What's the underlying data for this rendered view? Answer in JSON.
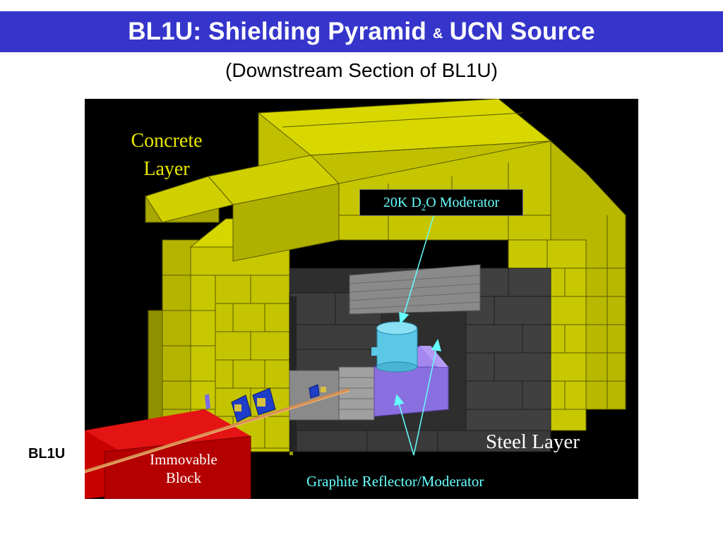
{
  "header": {
    "title_part1": "BL1U: Shielding Pyramid",
    "title_amp": "&",
    "title_part2": "UCN Source",
    "subtitle": "(Downstream Section of BL1U)"
  },
  "labels": {
    "concrete_line1": "Concrete",
    "concrete_line2": "Layer",
    "moderator_prefix": "20K D",
    "moderator_sub": "2",
    "moderator_suffix": "O Moderator",
    "steel_layer": "Steel Layer",
    "graphite": "Graphite Reflector/Moderator",
    "block_line1": "Immovable",
    "block_line2": "Block",
    "beamline": "BL1U"
  },
  "colors": {
    "title_bar": "#3535cc",
    "concrete": "#c8c800",
    "steel": "#3c3c3c",
    "graphite": "#8a6fe0",
    "moderator_vessel": "#5ac8e6",
    "immovable_block": "#d40000",
    "beam_pipe": "#d89050",
    "annotation_cyan": "#66ffff",
    "concrete_label": "#e8e800"
  }
}
